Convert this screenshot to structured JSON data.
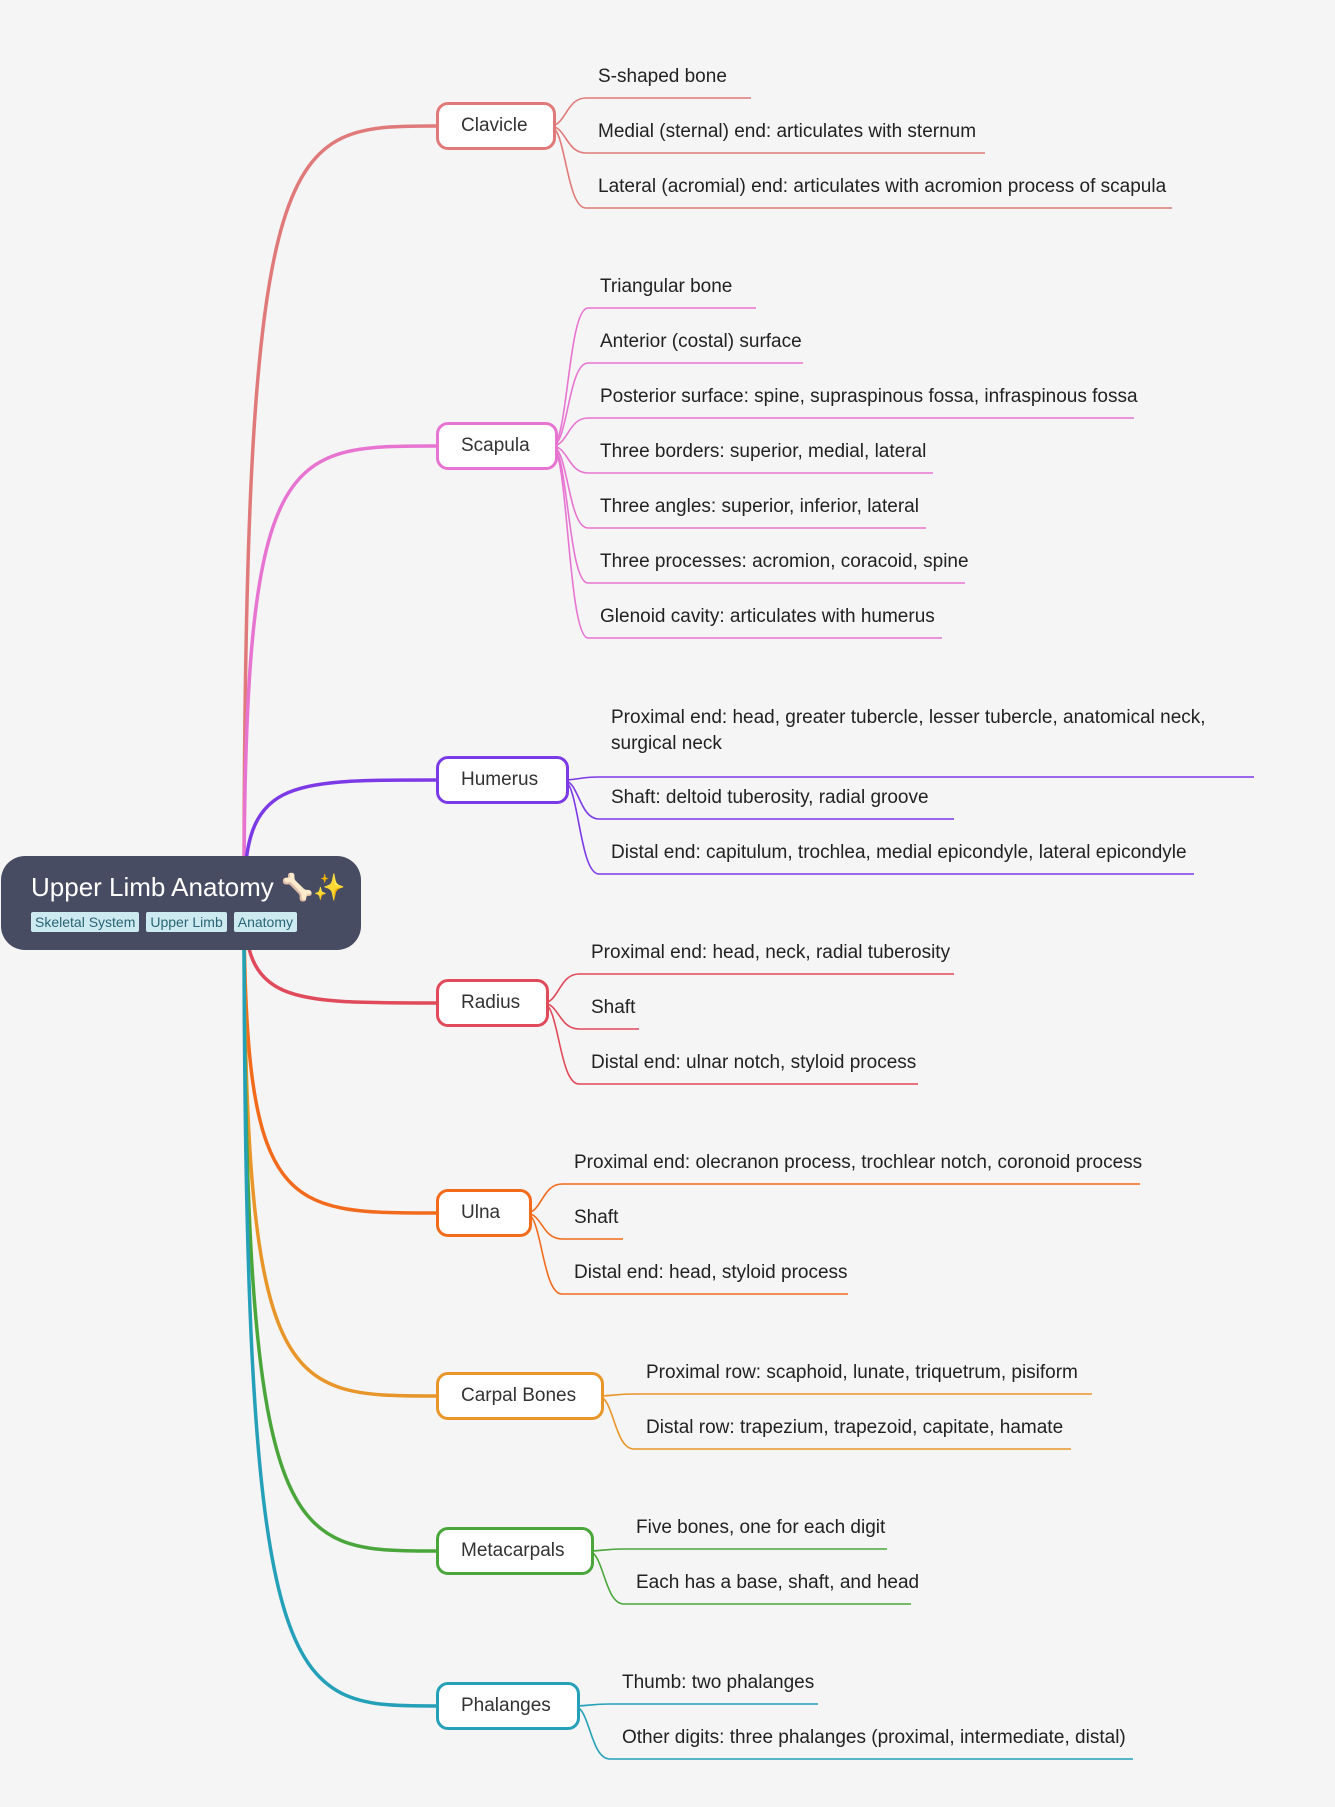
{
  "root": {
    "title": "Upper Limb Anatomy 🦴✨",
    "tags": [
      "Skeletal System",
      "Upper Limb",
      "Anatomy"
    ]
  },
  "branches": [
    {
      "label": "Clavicle",
      "color": "#e07a7a",
      "items": [
        "S-shaped bone",
        "Medial (sternal) end: articulates with sternum",
        "Lateral (acromial) end: articulates with acromion process of scapula"
      ]
    },
    {
      "label": "Scapula",
      "color": "#e874d2",
      "items": [
        "Triangular bone",
        "Anterior (costal) surface",
        "Posterior surface: spine, supraspinous fossa, infraspinous fossa",
        "Three borders: superior, medial, lateral",
        "Three angles: superior, inferior, lateral",
        "Three processes: acromion, coracoid, spine",
        "Glenoid cavity: articulates with humerus"
      ]
    },
    {
      "label": "Humerus",
      "color": "#7c3ae6",
      "items": [
        "Proximal end: head, greater tubercle, lesser tubercle, anatomical neck, surgical neck",
        "Shaft: deltoid tuberosity, radial groove",
        "Distal end: capitulum, trochlea, medial epicondyle, lateral epicondyle"
      ]
    },
    {
      "label": "Radius",
      "color": "#e04a5a",
      "items": [
        "Proximal end: head, neck, radial tuberosity",
        "Shaft",
        "Distal end: ulnar notch, styloid process"
      ]
    },
    {
      "label": "Ulna",
      "color": "#f26b1d",
      "items": [
        "Proximal end: olecranon process, trochlear notch, coronoid process",
        "Shaft",
        "Distal end: head, styloid process"
      ]
    },
    {
      "label": "Carpal Bones",
      "color": "#e8952a",
      "items": [
        "Proximal row: scaphoid, lunate, triquetrum, pisiform",
        "Distal row: trapezium, trapezoid, capitate, hamate"
      ]
    },
    {
      "label": "Metacarpals",
      "color": "#4aa63a",
      "items": [
        "Five bones, one for each digit",
        "Each has a base, shaft, and head"
      ]
    },
    {
      "label": "Phalanges",
      "color": "#24a0b8",
      "items": [
        "Thumb: two phalanges",
        "Other digits: three phalanges (proximal, intermediate, distal)"
      ]
    }
  ]
}
